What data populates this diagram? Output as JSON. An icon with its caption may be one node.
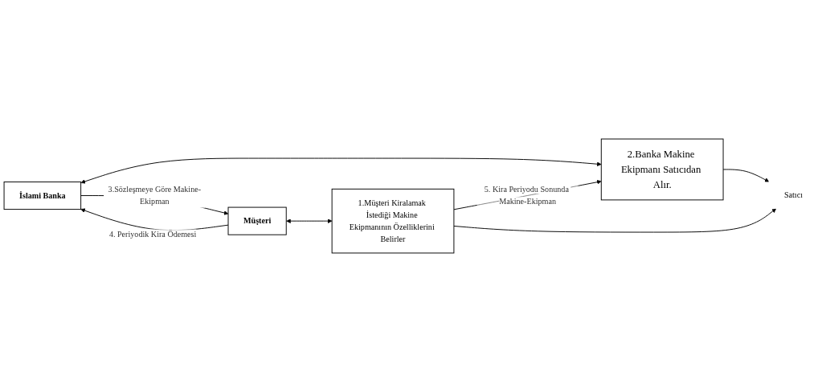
{
  "diagram": {
    "nodes": [
      {
        "text": [
          "İslami Banka"
        ]
      },
      {
        "text": [
          "Müşteri"
        ]
      },
      {
        "text": [
          "2.Banka Makine Ekipmanı Satıcıdan Alır."
        ]
      },
      {
        "text": [
          "1.Müşteri Kiralamak İstediği Makine Ekipmanının Özelliklerini Belirler"
        ]
      },
      {
        "text": [
          "Satıcı"
        ]
      }
    ],
    "edges": [
      {
        "from": 0,
        "to": 1,
        "arrow": "to",
        "label": "3.Sözleşmeye Göre Makine-Ekipman"
      },
      {
        "from": 1,
        "to": 0,
        "arrow": "to",
        "label": "4. Periyodik Kira Ödemesi"
      },
      {
        "from": 0,
        "to": 2,
        "arrow": "both"
      },
      {
        "from": 1,
        "to": 3,
        "arrow": "both"
      },
      {
        "from": 3,
        "to": 2,
        "arrow": "to",
        "label": "5. Kira Periyodu Sonunda Makine-Ekipman"
      },
      {
        "from": 2,
        "to": 4,
        "arrow": "to"
      },
      {
        "from": 3,
        "to": 4,
        "arrow": "to"
      }
    ]
  }
}
